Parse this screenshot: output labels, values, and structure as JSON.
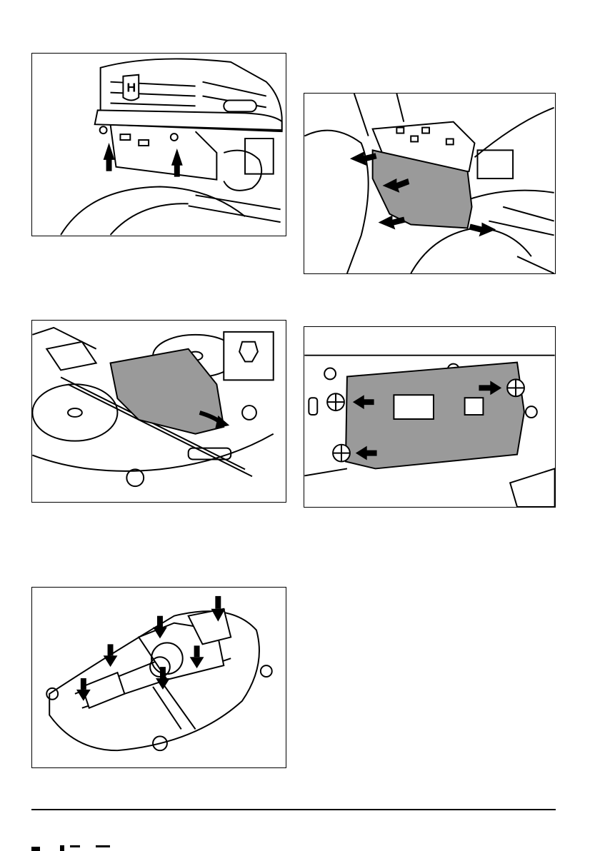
{
  "page": {
    "figures": [
      {
        "name": "hood-screws-figure",
        "icons": [
          "arrow-up-icon",
          "arrow-up-icon"
        ]
      },
      {
        "name": "dashboard-cover-figure",
        "icons": [
          "arrow-down-left-icon",
          "arrow-down-left-icon",
          "arrow-down-left-icon",
          "arrow-down-right-icon"
        ]
      },
      {
        "name": "cutting-deck-cover-figure",
        "icons": [
          "curved-arrow-icon",
          "knob-inset-icon"
        ]
      },
      {
        "name": "bottom-plate-figure",
        "icons": [
          "arrow-left-icon",
          "arrow-left-icon",
          "arrow-right-icon",
          "screw-icon"
        ]
      },
      {
        "name": "deck-lubrication-points-figure",
        "icons": [
          "arrow-down-icon"
        ]
      }
    ],
    "colors": {
      "line": "#000000",
      "shade": "#9a9a9a",
      "background": "#ffffff"
    }
  }
}
